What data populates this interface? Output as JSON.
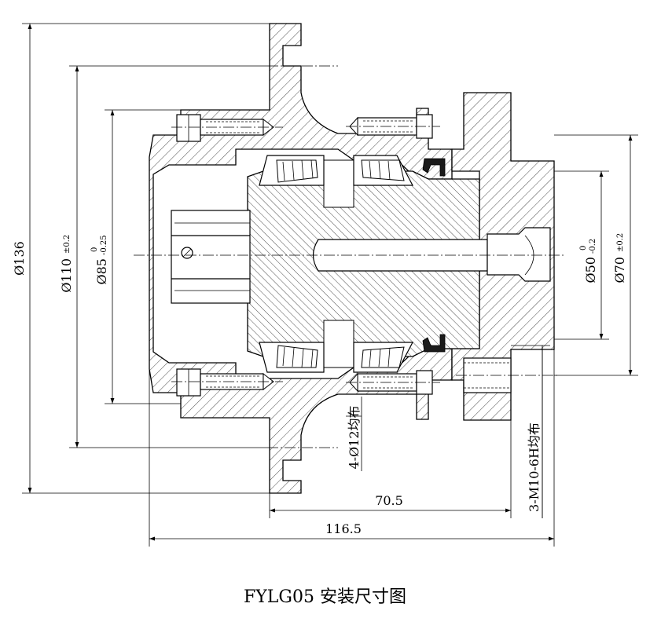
{
  "caption": "FYLG05 安装尺寸图",
  "dimensions": {
    "d136": "Ø136",
    "d110": "Ø110",
    "d110_tol": "±0.2",
    "d85": "Ø85",
    "d85_tol_upper": "0",
    "d85_tol_lower": "-0.25",
    "d50": "Ø50",
    "d50_tol_upper": "0",
    "d50_tol_lower": "-0.2",
    "d70": "Ø70",
    "d70_tol": "±0.2",
    "holes": "4-Ø12均布",
    "thread": "3-M10-6H均布",
    "len_70_5": "70.5",
    "len_116_5": "116.5"
  }
}
